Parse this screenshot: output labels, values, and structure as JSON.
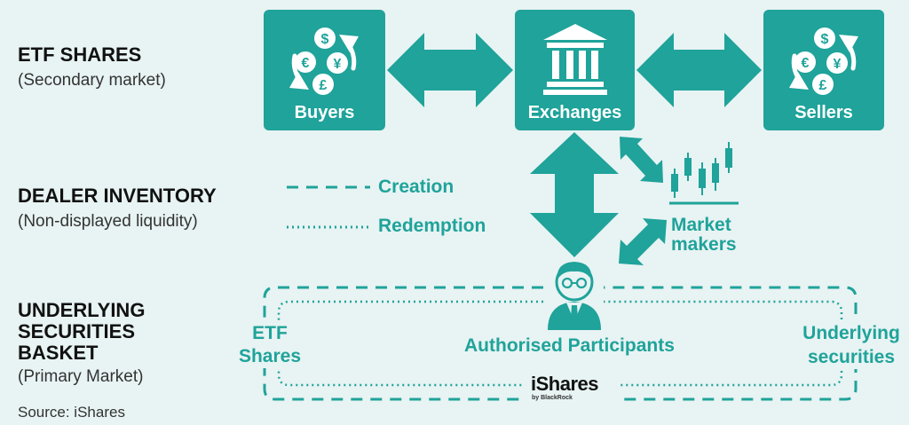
{
  "left_labels": {
    "etf_shares": {
      "heading": "ETF SHARES",
      "sub": "(Secondary market)"
    },
    "dealer_inventory": {
      "heading": "DEALER INVENTORY",
      "sub": "(Non-displayed liquidity)"
    },
    "underlying": {
      "heading_lines": [
        "UNDERLYING",
        "SECURITIES",
        "BASKET"
      ],
      "sub": "(Primary Market)"
    }
  },
  "source": "Source: iShares",
  "boxes": {
    "buyers": "Buyers",
    "exchanges": "Exchanges",
    "sellers": "Sellers"
  },
  "legend": {
    "creation": "Creation",
    "redemption": "Redemption"
  },
  "market_makers": [
    "Market",
    "makers"
  ],
  "flow_labels": {
    "etf_shares": [
      "ETF",
      "Shares"
    ],
    "authorised_participants": "Authorised Participants",
    "underlying_securities": [
      "Underlying",
      "securities"
    ]
  },
  "logo": {
    "name": "iShares",
    "tagline": "by BlackRock"
  },
  "currency_symbols": [
    "$",
    "€",
    "¥",
    "£"
  ],
  "colors": {
    "teal": "#1fa39a",
    "background": "#e8f3f3",
    "text": "#111111"
  },
  "icons": {
    "buyers": "currency-exchange-icon",
    "exchanges": "bank-building-icon",
    "sellers": "currency-exchange-icon",
    "market_makers": "candlestick-chart-icon",
    "authorised_participants": "businessman-icon"
  }
}
